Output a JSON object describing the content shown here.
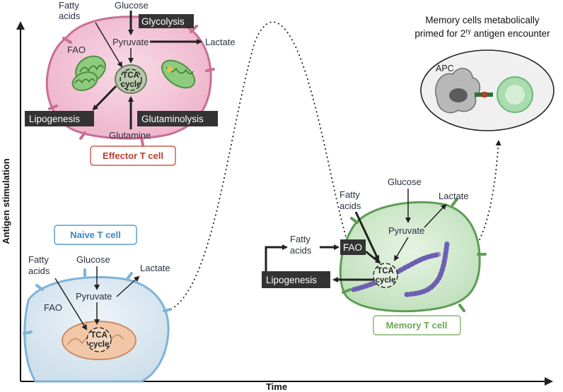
{
  "axes": {
    "y_label": "Antigen stimulation",
    "x_label": "Time"
  },
  "effector": {
    "title": "Effector T cell",
    "fatty_acids": "Fatty\nacids",
    "glucose": "Glucose",
    "glycolysis": "Glycolysis",
    "pyruvate": "Pyruvate",
    "lactate": "Lactate",
    "fao": "FAO",
    "tca": "TCA\ncycle",
    "lipogenesis": "Lipogenesis",
    "glutaminolysis": "Glutaminolysis",
    "glutamine": "Glutamine"
  },
  "naive": {
    "title": "Naive T cell",
    "fatty_acids": "Fatty\nacids",
    "glucose": "Glucose",
    "pyruvate": "Pyruvate",
    "lactate": "Lactate",
    "fao": "FAO",
    "tca": "TCA\ncycle"
  },
  "memory": {
    "title": "Memory T cell",
    "fatty_acids_left": "Fatty\nacids",
    "fao": "FAO",
    "fatty_acids": "Fatty\nacids",
    "glucose": "Glucose",
    "lactate": "Lactate",
    "pyruvate": "Pyruvate",
    "tca": "TCA\ncycle",
    "lipogenesis": "Lipogenesis"
  },
  "apc_panel": {
    "caption_line1": "Memory cells metabolically",
    "caption_line2_pre": "primed for 2",
    "caption_sup": "ry",
    "caption_line2_post": " antigen encounter",
    "apc": "APC"
  },
  "colors": {
    "effector_cell": "#f3c6d6",
    "effector_edge": "#c96f95",
    "naive_cell": "#dde9f1",
    "naive_edge": "#7fb3d8",
    "memory_cell": "#d4ecd3",
    "memory_edge": "#5e9d55",
    "mito": "#7cbf6e",
    "dark_box": "#333333"
  }
}
